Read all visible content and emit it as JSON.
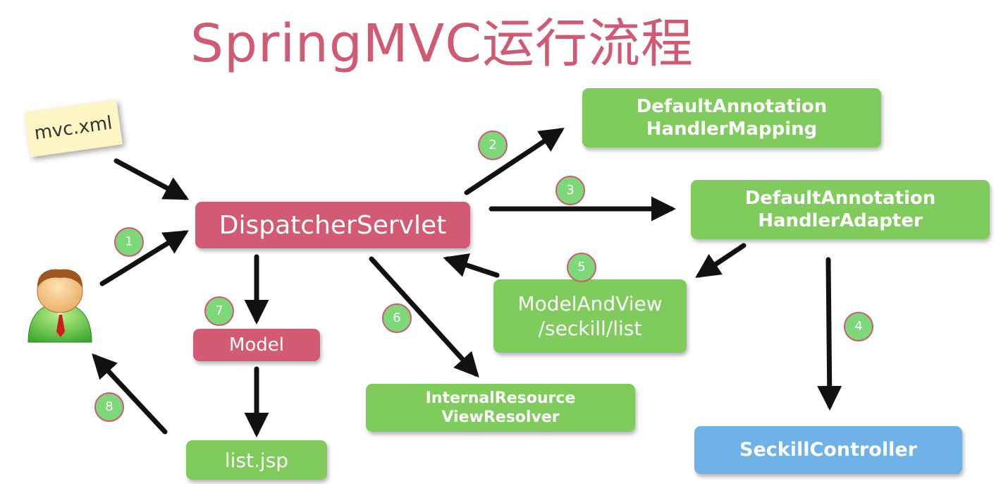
{
  "title": "SpringMVC运行流程",
  "note": {
    "label": "mvc.xml"
  },
  "boxes": {
    "dispatcher": "DispatcherServlet",
    "mapping": [
      "DefaultAnnotation",
      "HandlerMapping"
    ],
    "adapter": [
      "DefaultAnnotation",
      "HandlerAdapter"
    ],
    "modelandview": [
      "ModelAndView",
      "/seckill/list"
    ],
    "model": "Model",
    "resolver": [
      "InternalResource",
      "ViewResolver"
    ],
    "controller": "SeckillController",
    "listjsp": "list.jsp"
  },
  "steps": [
    "1",
    "2",
    "3",
    "4",
    "5",
    "6",
    "7",
    "8"
  ],
  "colors": {
    "title": "#d05a72",
    "green": "#7fcc5c",
    "pink": "#d25a72",
    "blue": "#6fb2e8",
    "badge": "#7dd87a"
  },
  "icons": {
    "user": "user-avatar-icon"
  }
}
